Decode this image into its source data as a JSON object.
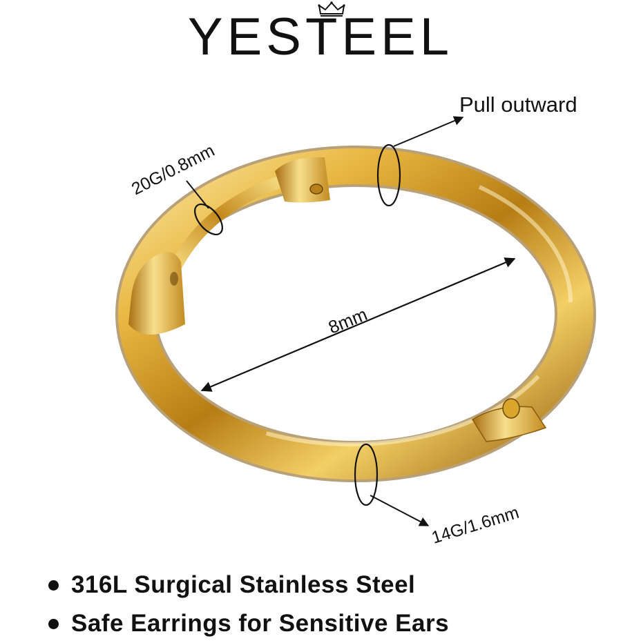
{
  "brand": {
    "name": "YESTEEL",
    "crown_icon": "crown-icon"
  },
  "labels": {
    "pull": "Pull outward",
    "inner_gauge": "20G/0.8mm",
    "diameter": "8mm",
    "outer_gauge": "14G/1.6mm"
  },
  "features": [
    {
      "text": "316L Surgical Stainless Steel"
    },
    {
      "text": "Safe Earrings for Sensitive Ears"
    }
  ],
  "colors": {
    "gold_light": "#f6d873",
    "gold_mid": "#d9a52b",
    "gold_dark": "#8a5a0c",
    "ink": "#111111"
  }
}
